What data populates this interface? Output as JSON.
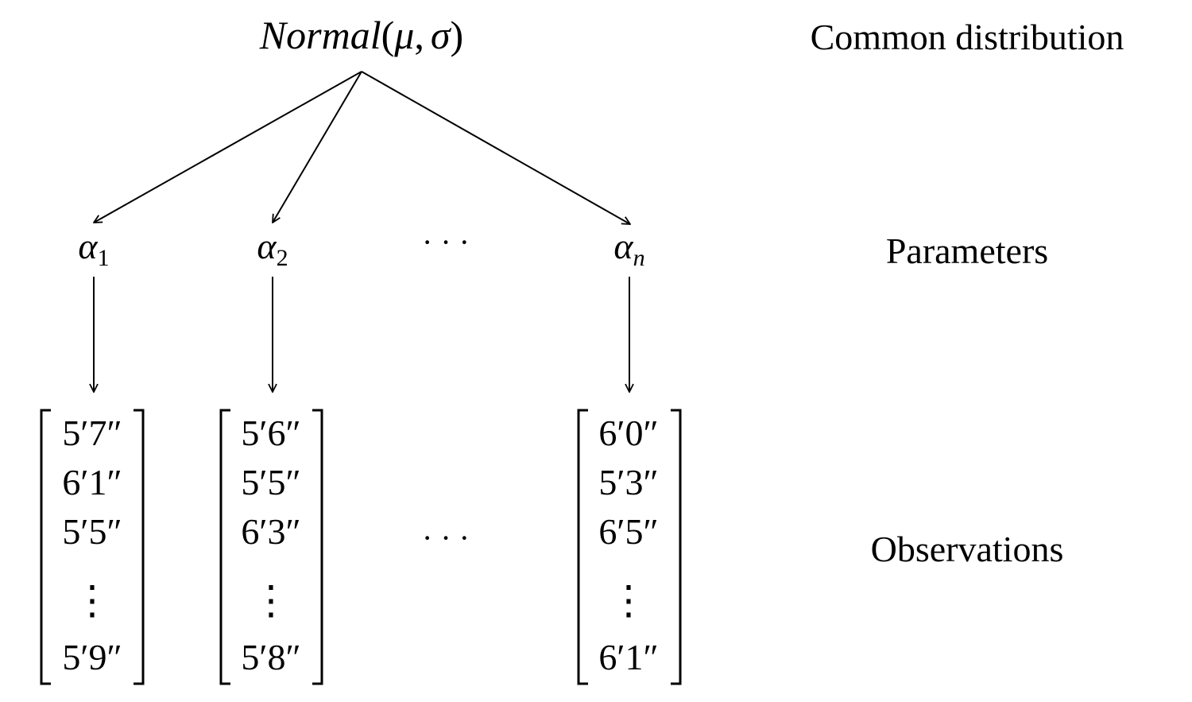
{
  "root": {
    "name": "Normal",
    "open": "(",
    "mu": "μ",
    "comma": ",",
    "sigma": "σ",
    "close": ")"
  },
  "level_labels": {
    "top": "Common distribution",
    "middle": "Parameters",
    "bottom": "Observations"
  },
  "parameters": [
    {
      "symbol": "α",
      "subscript": "1"
    },
    {
      "symbol": "α",
      "subscript": "2"
    },
    {
      "symbol": "α",
      "subscript": "n"
    }
  ],
  "parameter_ellipsis": "· · ·",
  "observation_ellipsis": "· · ·",
  "vertical_ellipsis": "⋮",
  "observation_columns": [
    {
      "values": [
        "5′7″",
        "6′1″",
        "5′5″",
        "5′9″"
      ]
    },
    {
      "values": [
        "5′6″",
        "5′5″",
        "6′3″",
        "5′8″"
      ]
    },
    {
      "values": [
        "6′0″",
        "5′3″",
        "6′5″",
        "6′1″"
      ]
    }
  ]
}
